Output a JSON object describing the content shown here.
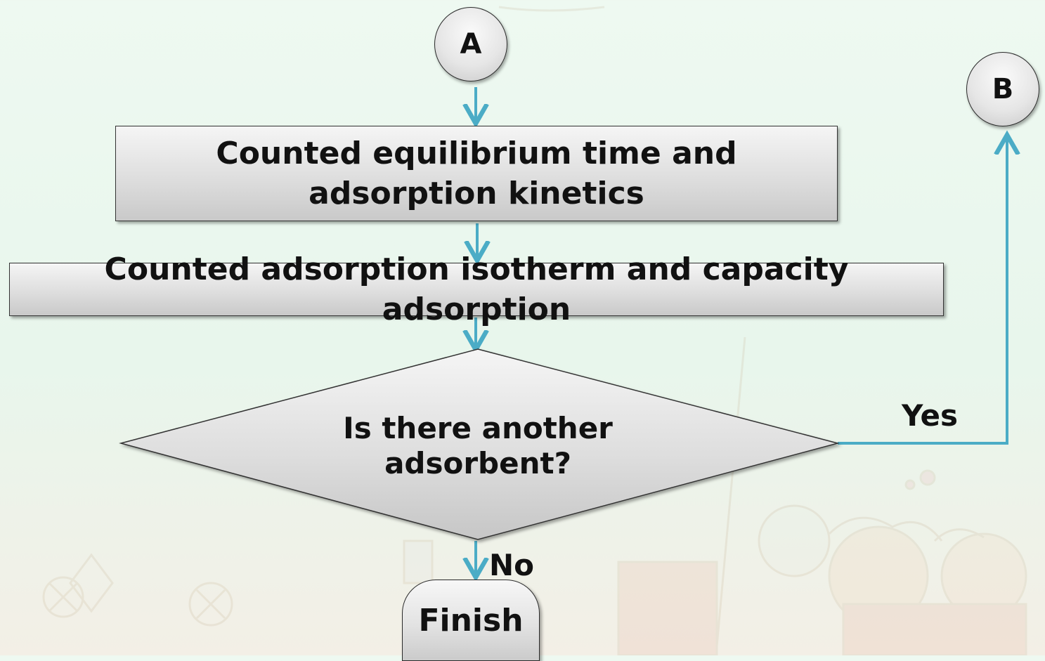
{
  "diagram": {
    "nodes": {
      "a": {
        "label": "A"
      },
      "b": {
        "label": "B"
      },
      "equilibrium": {
        "label": "Counted equilibrium time and adsorption kinetics"
      },
      "isotherm": {
        "label": "Counted adsorption isotherm and capacity adsorption"
      },
      "decision": {
        "label": "Is there another adsorbent?"
      },
      "finish": {
        "label": "Finish"
      }
    },
    "edges": {
      "yes_label": "Yes",
      "no_label": "No"
    },
    "colors": {
      "connector": "#4bacc6",
      "node_fill": "#dcdcdc",
      "node_border": "#333333",
      "background": "#eaf7ee"
    }
  }
}
